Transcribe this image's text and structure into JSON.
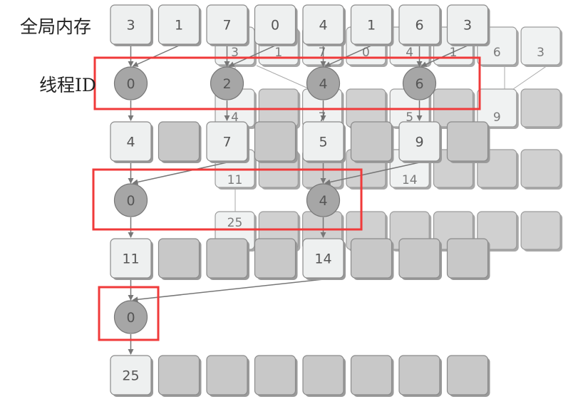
{
  "labels": {
    "global_memory": "全局内存",
    "thread_id": "线程ID"
  },
  "rows": [
    [
      "3",
      "1",
      "7",
      "0",
      "4",
      "1",
      "6",
      "3"
    ],
    [
      "4",
      "",
      "7",
      "",
      "5",
      "",
      "9",
      ""
    ],
    [
      "11",
      "",
      "",
      "",
      "14",
      "",
      "",
      ""
    ],
    [
      "25",
      "",
      "",
      "",
      "",
      "",
      "",
      ""
    ]
  ],
  "stages": [
    {
      "threads": [
        "0",
        "2",
        "4",
        "6"
      ],
      "stride": 1
    },
    {
      "threads": [
        "0",
        "4"
      ],
      "stride": 2
    },
    {
      "threads": [
        "0"
      ],
      "stride": 4
    }
  ],
  "ghost_rows": [
    [
      "3",
      "1",
      "7",
      "0",
      "4",
      "1",
      "6",
      "3"
    ],
    [
      "4",
      "",
      "7",
      "",
      "5",
      "",
      "9",
      ""
    ],
    [
      "11",
      "",
      "",
      "",
      "14",
      "",
      "",
      ""
    ],
    [
      "25",
      "",
      "",
      "",
      "",
      "",
      "",
      ""
    ]
  ],
  "colors": {
    "tile_light": "#eef0f0",
    "tile_dark": "#c8c8c8",
    "circle": "#a6a6a6",
    "arrow": "#777777",
    "highlight": "#f03a3a"
  }
}
